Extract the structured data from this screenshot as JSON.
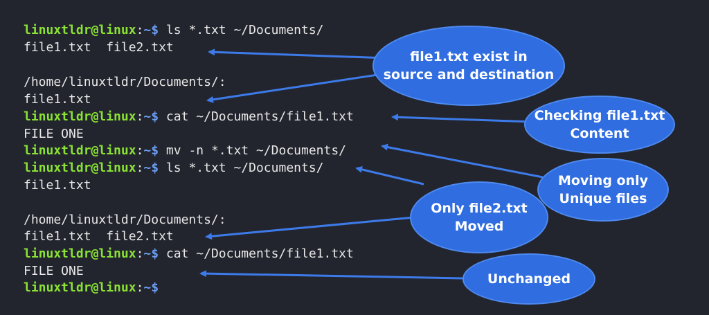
{
  "colors": {
    "background": "#23252e",
    "prompt_user": "#8ae234",
    "prompt_path": "#6b9cf0",
    "text": "#e8e8e8",
    "bubble": "#2f6de0",
    "arrow": "#3d7bea"
  },
  "terminal": {
    "prompt": {
      "user": "linuxtldr@linux",
      "sep": ":",
      "path": "~$"
    },
    "lines": [
      {
        "cmd": " ls *.txt ~/Documents/"
      },
      {
        "text": "file1.txt  file2.txt"
      },
      {
        "text": ""
      },
      {
        "text": "/home/linuxtldr/Documents/:"
      },
      {
        "text": "file1.txt"
      },
      {
        "cmd": " cat ~/Documents/file1.txt"
      },
      {
        "text": "FILE ONE"
      },
      {
        "cmd": " mv -n *.txt ~/Documents/"
      },
      {
        "cmd": " ls *.txt ~/Documents/"
      },
      {
        "text": "file1.txt"
      },
      {
        "text": ""
      },
      {
        "text": "/home/linuxtldr/Documents/:"
      },
      {
        "text": "file1.txt  file2.txt"
      },
      {
        "cmd": " cat ~/Documents/file1.txt"
      },
      {
        "text": "FILE ONE"
      },
      {
        "cmd": ""
      }
    ]
  },
  "callouts": {
    "exist_both": "file1.txt exist in\nsource and destination",
    "checking_content": "Checking file1.txt\nContent",
    "moving_unique": "Moving only\nUnique files",
    "only_file2": "Only file2.txt\nMoved",
    "unchanged": "Unchanged"
  }
}
